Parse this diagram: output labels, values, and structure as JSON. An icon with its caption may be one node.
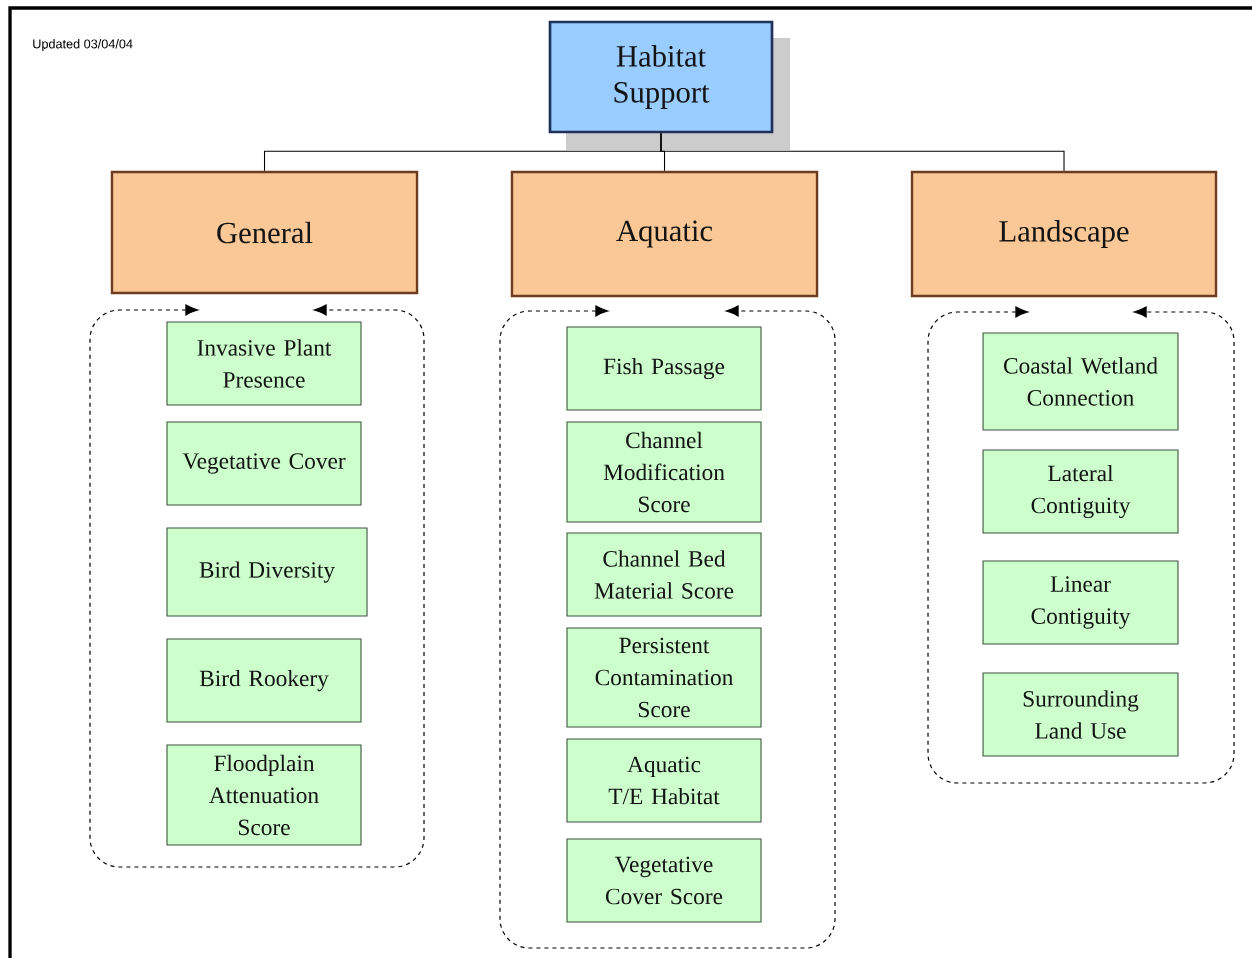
{
  "diagram": {
    "nodes": [
      {
        "text": [
          "Habitat Support"
        ]
      },
      {
        "text": [
          "General"
        ]
      },
      {
        "text": [
          "Aquatic"
        ]
      },
      {
        "text": [
          "Landscape"
        ]
      },
      {
        "text": [],
        "shape": "box"
      },
      {
        "text": [
          "Invasive Plant Presence"
        ],
        "in": 4
      },
      {
        "text": [
          "Vegetative Cover"
        ],
        "in": 4
      },
      {
        "text": [
          "Bird Diversity"
        ],
        "in": 4
      },
      {
        "text": [
          "Bird Rookery"
        ],
        "in": 4
      },
      {
        "text": [
          "Floodplain Attenuation Score"
        ],
        "in": 4
      },
      {
        "text": [],
        "shape": "box"
      },
      {
        "text": [
          "Fish Passage"
        ],
        "in": 10
      },
      {
        "text": [
          "Channel Modification Score"
        ],
        "in": 10
      },
      {
        "text": [
          "Channel Bed Material Score"
        ],
        "in": 10
      },
      {
        "text": [
          "Persistent Contamination Score"
        ],
        "in": 10
      },
      {
        "text": [
          "Aquatic  T/E Habitat"
        ],
        "in": 10
      },
      {
        "text": [
          "Vegetative Cover Score"
        ],
        "in": 10
      },
      {
        "text": [],
        "shape": "box"
      },
      {
        "text": [
          "Coastal Wetland Connection"
        ],
        "in": 17
      },
      {
        "text": [
          "Lateral Contiguity"
        ],
        "in": 17
      },
      {
        "text": [
          "Linear Contiguity"
        ],
        "in": 17
      },
      {
        "text": [
          "Surrounding Land Use"
        ],
        "in": 17
      }
    ],
    "edges": [
      {
        "from": 0,
        "to": 1,
        "arrow": "none"
      },
      {
        "from": 0,
        "to": 2,
        "arrow": "none"
      },
      {
        "from": 0,
        "to": 3,
        "arrow": "none"
      }
    ],
    "labels": [
      "Updated 03/04/04"
    ]
  }
}
